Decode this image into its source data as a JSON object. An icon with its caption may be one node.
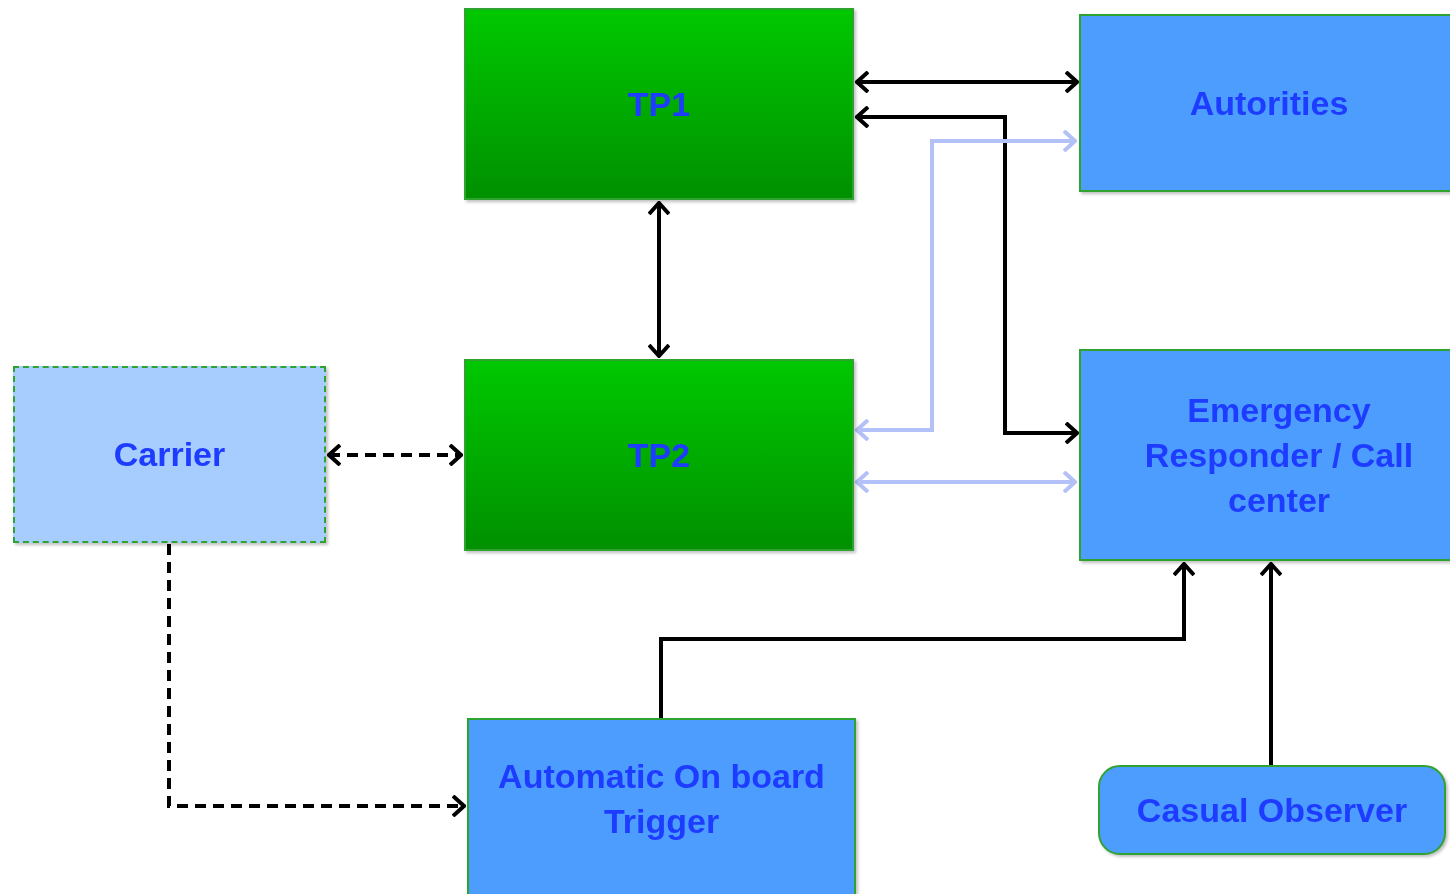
{
  "diagram": {
    "nodes": [
      {
        "text": [
          "TP1"
        ]
      },
      {
        "text": [
          "Autorities"
        ]
      },
      {
        "text": [
          "Carrier"
        ]
      },
      {
        "text": [
          "TP2"
        ]
      },
      {
        "text": [
          "Emergency Responder / Call center"
        ]
      },
      {
        "text": [
          "Automatic On board Trigger"
        ]
      },
      {
        "text": [
          "Casual Observer"
        ]
      }
    ],
    "edges": [
      {
        "from": 0,
        "to": 1,
        "arrow": "both"
      },
      {
        "from": 0,
        "to": 4,
        "arrow": "both"
      },
      {
        "from": 3,
        "to": 1,
        "arrow": "both",
        "color": "#b4c0f8"
      },
      {
        "from": 0,
        "to": 3,
        "arrow": "both"
      },
      {
        "from": 2,
        "to": 3,
        "arrow": "both",
        "style": "dashed"
      },
      {
        "from": 3,
        "to": 4,
        "arrow": "both",
        "color": "#b4c0f8"
      },
      {
        "from": 2,
        "to": 5,
        "arrow": "to",
        "style": "dashed"
      },
      {
        "from": 5,
        "to": 4,
        "arrow": "to"
      },
      {
        "from": 6,
        "to": 4,
        "arrow": "to"
      }
    ]
  }
}
